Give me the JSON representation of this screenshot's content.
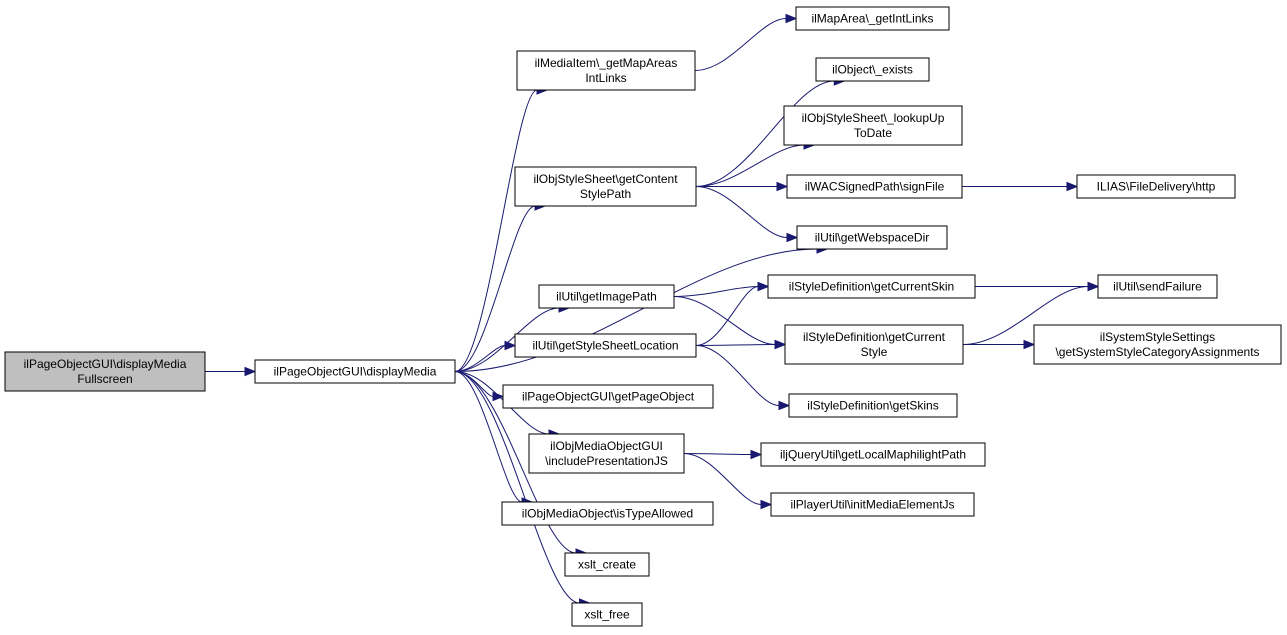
{
  "nodes": [
    {
      "id": "root",
      "lines": [
        "ilPageObjectGUI\\displayMedia",
        "Fullscreen"
      ],
      "root": true
    },
    {
      "id": "displayMedia",
      "lines": [
        "ilPageObjectGUI\\displayMedia"
      ]
    },
    {
      "id": "getMapAreasIntLinks",
      "lines": [
        "ilMediaItem\\_getMapAreas",
        "IntLinks"
      ]
    },
    {
      "id": "getIntLinks",
      "lines": [
        "ilMapArea\\_getIntLinks"
      ]
    },
    {
      "id": "exists",
      "lines": [
        "ilObject\\_exists"
      ]
    },
    {
      "id": "lookupUpToDate",
      "lines": [
        "ilObjStyleSheet\\_lookupUp",
        "ToDate"
      ]
    },
    {
      "id": "getContentStylePath",
      "lines": [
        "ilObjStyleSheet\\getContent",
        "StylePath"
      ]
    },
    {
      "id": "signFile",
      "lines": [
        "ilWACSignedPath\\signFile"
      ]
    },
    {
      "id": "http",
      "lines": [
        "ILIAS\\FileDelivery\\http"
      ]
    },
    {
      "id": "getWebspaceDir",
      "lines": [
        "ilUtil\\getWebspaceDir"
      ]
    },
    {
      "id": "getImagePath",
      "lines": [
        "ilUtil\\getImagePath"
      ]
    },
    {
      "id": "getCurrentSkin",
      "lines": [
        "ilStyleDefinition\\getCurrentSkin"
      ]
    },
    {
      "id": "sendFailure",
      "lines": [
        "ilUtil\\sendFailure"
      ]
    },
    {
      "id": "getStyleSheetLocation",
      "lines": [
        "ilUtil\\getStyleSheetLocation"
      ]
    },
    {
      "id": "getCurrentStyle",
      "lines": [
        "ilStyleDefinition\\getCurrent",
        "Style"
      ]
    },
    {
      "id": "getSystemStyleCategoryAssignments",
      "lines": [
        "ilSystemStyleSettings",
        "\\getSystemStyleCategoryAssignments"
      ]
    },
    {
      "id": "getPageObject",
      "lines": [
        "ilPageObjectGUI\\getPageObject"
      ]
    },
    {
      "id": "getSkins",
      "lines": [
        "ilStyleDefinition\\getSkins"
      ]
    },
    {
      "id": "includePresentationJS",
      "lines": [
        "ilObjMediaObjectGUI",
        "\\includePresentationJS"
      ]
    },
    {
      "id": "getLocalMaphilightPath",
      "lines": [
        "iljQueryUtil\\getLocalMaphilightPath"
      ]
    },
    {
      "id": "initMediaElementJs",
      "lines": [
        "ilPlayerUtil\\initMediaElementJs"
      ]
    },
    {
      "id": "isTypeAllowed",
      "lines": [
        "ilObjMediaObject\\isTypeAllowed"
      ]
    },
    {
      "id": "xslt_create",
      "lines": [
        "xslt_create"
      ]
    },
    {
      "id": "xslt_free",
      "lines": [
        "xslt_free"
      ]
    }
  ],
  "edges": [
    [
      "root",
      "displayMedia"
    ],
    [
      "displayMedia",
      "getMapAreasIntLinks"
    ],
    [
      "displayMedia",
      "getContentStylePath"
    ],
    [
      "displayMedia",
      "getWebspaceDir"
    ],
    [
      "displayMedia",
      "getImagePath"
    ],
    [
      "displayMedia",
      "getStyleSheetLocation"
    ],
    [
      "displayMedia",
      "getPageObject"
    ],
    [
      "displayMedia",
      "includePresentationJS"
    ],
    [
      "displayMedia",
      "isTypeAllowed"
    ],
    [
      "displayMedia",
      "xslt_create"
    ],
    [
      "displayMedia",
      "xslt_free"
    ],
    [
      "getMapAreasIntLinks",
      "getIntLinks"
    ],
    [
      "getContentStylePath",
      "exists"
    ],
    [
      "getContentStylePath",
      "lookupUpToDate"
    ],
    [
      "getContentStylePath",
      "signFile"
    ],
    [
      "getContentStylePath",
      "getWebspaceDir"
    ],
    [
      "signFile",
      "http"
    ],
    [
      "getImagePath",
      "getCurrentSkin"
    ],
    [
      "getImagePath",
      "getCurrentStyle"
    ],
    [
      "getCurrentSkin",
      "sendFailure"
    ],
    [
      "getStyleSheetLocation",
      "getCurrentSkin"
    ],
    [
      "getStyleSheetLocation",
      "getCurrentStyle"
    ],
    [
      "getStyleSheetLocation",
      "getSkins"
    ],
    [
      "getCurrentStyle",
      "sendFailure"
    ],
    [
      "getCurrentStyle",
      "getSystemStyleCategoryAssignments"
    ],
    [
      "includePresentationJS",
      "getLocalMaphilightPath"
    ],
    [
      "includePresentationJS",
      "initMediaElementJs"
    ]
  ]
}
